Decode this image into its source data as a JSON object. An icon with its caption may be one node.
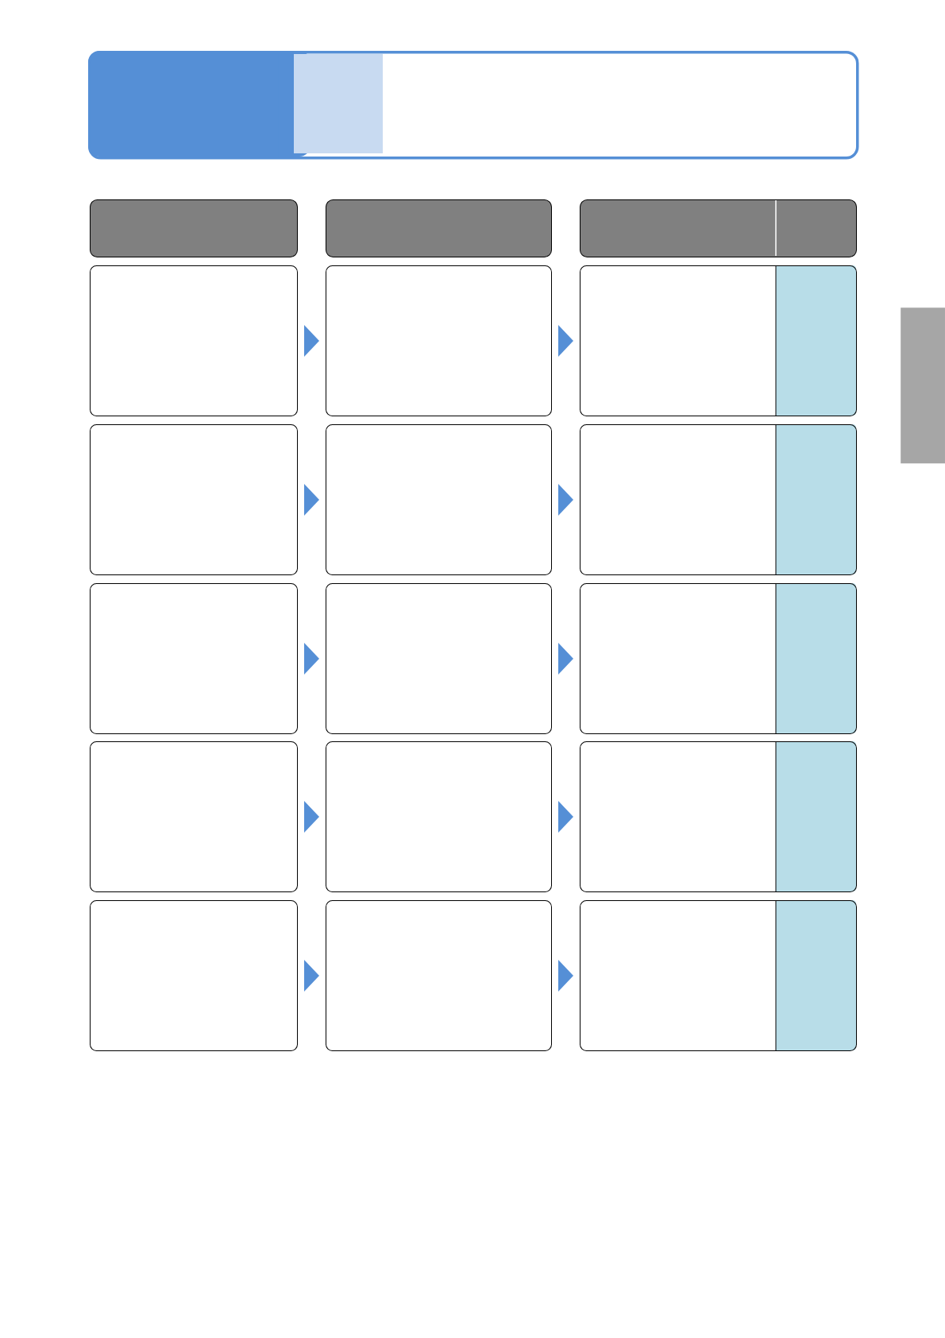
{
  "diagram": {
    "nodes": [
      {
        "text": [],
        "shape": "box"
      },
      {
        "text": [],
        "shape": "box"
      },
      {
        "text": [],
        "shape": "box"
      },
      {
        "text": [],
        "shape": "box"
      },
      {
        "text": [],
        "shape": "box"
      },
      {
        "text": [],
        "shape": "box"
      },
      {
        "text": [],
        "shape": "box"
      },
      {
        "text": [],
        "shape": "box"
      },
      {
        "text": [],
        "shape": "box"
      },
      {
        "text": [],
        "shape": "box"
      },
      {
        "text": [],
        "shape": "box"
      },
      {
        "text": [],
        "shape": "box"
      },
      {
        "text": [],
        "shape": "box"
      },
      {
        "text": [],
        "shape": "box"
      },
      {
        "text": [],
        "shape": "box"
      },
      {
        "text": [],
        "shape": "box"
      },
      {
        "text": [],
        "shape": "box"
      },
      {
        "text": [],
        "shape": "box"
      },
      {
        "text": [],
        "shape": "box"
      },
      {
        "text": [],
        "shape": "bar"
      }
    ],
    "edges": [
      {
        "from": 4,
        "to": 5,
        "arrow": "to"
      },
      {
        "from": 5,
        "to": 6,
        "arrow": "to"
      },
      {
        "from": 7,
        "to": 8,
        "arrow": "to"
      },
      {
        "from": 8,
        "to": 9,
        "arrow": "to"
      },
      {
        "from": 10,
        "to": 11,
        "arrow": "to"
      },
      {
        "from": 11,
        "to": 12,
        "arrow": "to"
      },
      {
        "from": 13,
        "to": 14,
        "arrow": "to"
      },
      {
        "from": 14,
        "to": 15,
        "arrow": "to"
      },
      {
        "from": 16,
        "to": 17,
        "arrow": "to"
      },
      {
        "from": 17,
        "to": 18,
        "arrow": "to"
      }
    ]
  }
}
